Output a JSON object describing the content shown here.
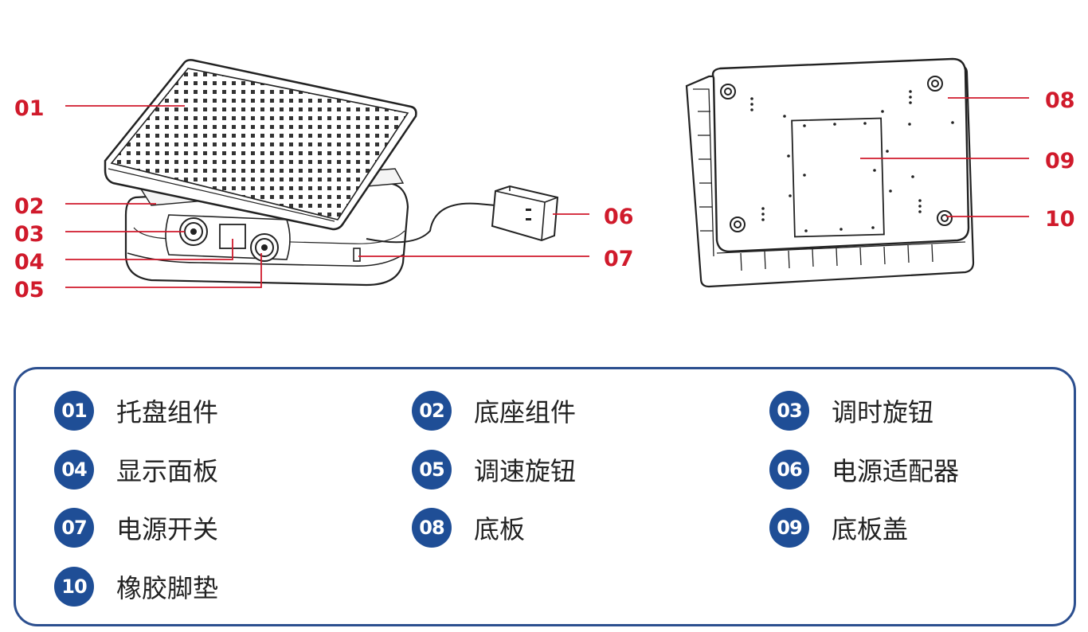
{
  "callouts": {
    "left": [
      "01",
      "02",
      "03",
      "04",
      "05"
    ],
    "c06": "06",
    "c07": "07",
    "c08": "08",
    "c09": "09",
    "c10": "10"
  },
  "colors": {
    "callout": "#d01a2b",
    "badge": "#1f4e96",
    "border": "#2c4f8f"
  },
  "legend": [
    {
      "num": "01",
      "label": "托盘组件"
    },
    {
      "num": "02",
      "label": "底座组件"
    },
    {
      "num": "03",
      "label": "调时旋钮"
    },
    {
      "num": "04",
      "label": "显示面板"
    },
    {
      "num": "05",
      "label": "调速旋钮"
    },
    {
      "num": "06",
      "label": "电源适配器"
    },
    {
      "num": "07",
      "label": "电源开关"
    },
    {
      "num": "08",
      "label": "底板"
    },
    {
      "num": "09",
      "label": "底板盖"
    },
    {
      "num": "10",
      "label": "橡胶脚垫"
    }
  ]
}
